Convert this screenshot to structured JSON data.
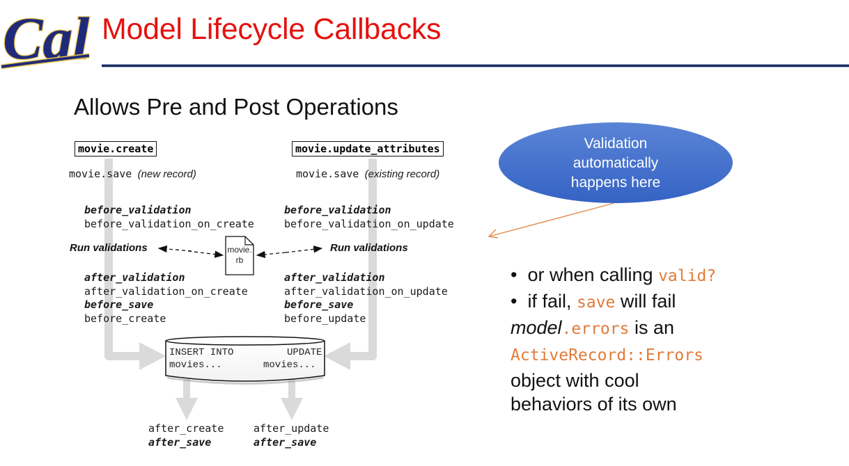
{
  "slide": {
    "title": "Model Lifecycle Callbacks",
    "logo_text": "Cal",
    "subtitle": "Allows Pre and Post Operations",
    "colors": {
      "title": "#e5120f",
      "rule": "#1c2c5e",
      "logo_fill": "#1f2a7a",
      "logo_outline": "#e8c34a",
      "bubble": "#3f6fcf",
      "code_orange": "#e07b39",
      "flow_arrows": "#d9d9d9",
      "pointer_line": "#e08a4a"
    }
  },
  "diagram": {
    "left": {
      "method": "movie.create",
      "save_call": "movie.save",
      "save_note": "(new record)",
      "before_validation": "before_validation",
      "before_validation_specific": "before_validation_on_create",
      "run_validations": "Run validations",
      "after_validation": "after_validation",
      "after_validation_specific": "after_validation_on_create",
      "before_save": "before_save",
      "before_specific": "before_create",
      "after_specific": "after_create",
      "after_save": "after_save"
    },
    "right": {
      "method": "movie.update_attributes",
      "save_call": "movie.save",
      "save_note": "(existing record)",
      "before_validation": "before_validation",
      "before_validation_specific": "before_validation_on_update",
      "run_validations": "Run validations",
      "after_validation": "after_validation",
      "after_validation_specific": "after_validation_on_update",
      "before_save": "before_save",
      "before_specific": "before_update",
      "after_specific": "after_update",
      "after_save": "after_save"
    },
    "model_file": {
      "line1": "movie.",
      "line2": "rb"
    },
    "database": {
      "insert_line1": "INSERT INTO",
      "insert_line2": "movies...",
      "update_line1": "UPDATE",
      "update_line2": "movies..."
    }
  },
  "callout": {
    "line1": "Validation",
    "line2": "automatically",
    "line3": "happens here"
  },
  "notes": {
    "bullet1_text": "or when calling ",
    "bullet1_code": "valid?",
    "bullet2_prefix": "if fail, ",
    "bullet2_code": "save",
    "bullet2_suffix": " will fail",
    "line3_italic": "model",
    "line3_code": ".errors",
    "line3_suffix": " is an",
    "line4_code": "ActiveRecord::Errors",
    "line5": "object with cool",
    "line6": "behaviors of its own",
    "bullet_glyph": "•"
  }
}
